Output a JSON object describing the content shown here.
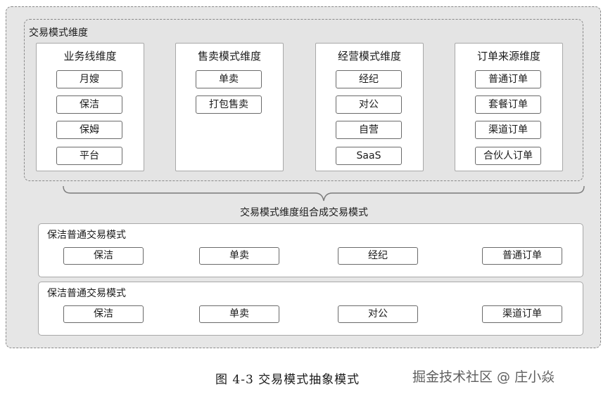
{
  "dimensions_title": "交易模式维度",
  "dimensions": [
    {
      "title": "业务线维度",
      "items": [
        "月嫂",
        "保洁",
        "保姆",
        "平台"
      ]
    },
    {
      "title": "售卖模式维度",
      "items": [
        "单卖",
        "打包售卖"
      ]
    },
    {
      "title": "经营模式维度",
      "items": [
        "经纪",
        "对公",
        "自营",
        "SaaS"
      ]
    },
    {
      "title": "订单来源维度",
      "items": [
        "普通订单",
        "套餐订单",
        "渠道订单",
        "合伙人订单"
      ]
    }
  ],
  "combine_label": "交易模式维度组合成交易模式",
  "modes": [
    {
      "title": "保洁普通交易模式",
      "items": [
        "保洁",
        "单卖",
        "经纪",
        "普通订单"
      ]
    },
    {
      "title": "保洁普通交易模式",
      "items": [
        "保洁",
        "单卖",
        "对公",
        "渠道订单"
      ]
    }
  ],
  "caption": "图 4-3 交易模式抽象模式",
  "watermark": "掘金技术社区 @ 庄小焱"
}
